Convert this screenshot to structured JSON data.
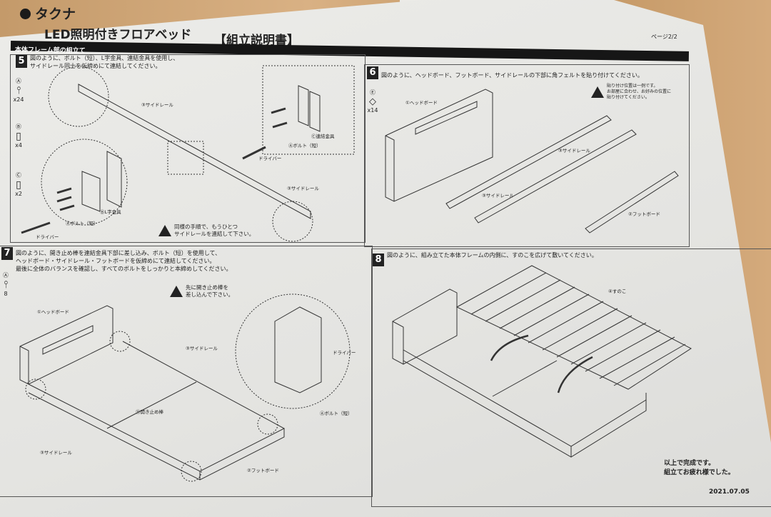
{
  "header": {
    "brand": "タクナ",
    "product": "LED照明付きフロアベッド",
    "doc_type": "【組立説明書】",
    "page": "ページ2/2",
    "section": "本体フレーム部の組立て"
  },
  "steps": [
    {
      "number": "5",
      "text": [
        "図のように、ボルト（短）、L字金具、連結金具を使用し、",
        "サイドレール同士を仮締めにて連結してください。"
      ],
      "parts": [
        {
          "mark": "Ⓐ",
          "qty": "x24"
        },
        {
          "mark": "Ⓑ",
          "qty": "x4"
        },
        {
          "mark": "Ⓒ",
          "qty": "x2"
        }
      ],
      "labels": [
        "③サイドレール",
        "③サイドレール",
        "Ⓒ連結金具",
        "Ⓐボルト（短）",
        "ドライバー",
        "ⒷL字金具",
        "Ⓐボルト（短）",
        "ドライバー"
      ],
      "warning": [
        "同様の手順で、もうひとつ",
        "サイドレールを連結して下さい。"
      ]
    },
    {
      "number": "6",
      "text": [
        "図のように、ヘッドボード、フットボード、サイドレールの下部に角フェルトを貼り付けてください。"
      ],
      "parts": [
        {
          "mark": "Ⓔ",
          "qty": "x14"
        }
      ],
      "labels": [
        "①ヘッドボード",
        "③サイドレール",
        "③サイドレール",
        "②フットボード"
      ],
      "warning": [
        "貼り付け位置は一例です。",
        "お部屋に合わせ、お好みの位置に",
        "貼り付けてください。"
      ]
    },
    {
      "number": "7",
      "text": [
        "図のように、開き止め棒を連結金具下部に差し込み、ボルト（短）を使用して、",
        "ヘッドボード・サイドレール・フットボードを仮締めにて連結してください。",
        "最後に全体のバランスを確認し、すべてのボルトをしっかりと本締めしてください。"
      ],
      "parts": [
        {
          "mark": "Ⓐ",
          "qty": "8"
        }
      ],
      "labels": [
        "①ヘッドボード",
        "③サイドレール",
        "⑪開き止め棒",
        "③サイドレール",
        "②フットボード",
        "ドライバー",
        "Ⓐボルト（短）"
      ],
      "warning": [
        "先に開き止め棒を",
        "差し込んで下さい。"
      ]
    },
    {
      "number": "8",
      "text": [
        "図のように、組み立てた本体フレームの内側に、すのこを広げて敷いてください。"
      ],
      "labels": [
        "④すのこ"
      ]
    }
  ],
  "ending": {
    "lines": [
      "以上で完成です。",
      "組立てお疲れ様でした。"
    ],
    "date": "2021.07.05"
  }
}
